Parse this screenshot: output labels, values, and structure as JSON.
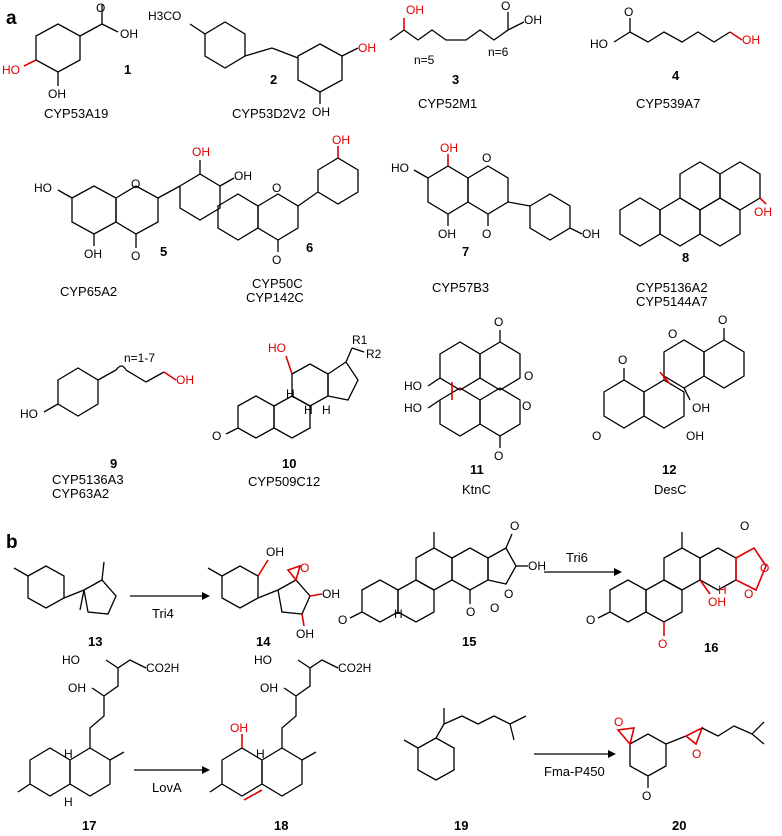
{
  "panels": {
    "a": "a",
    "b": "b"
  },
  "highlight_color": "#e00000",
  "compounds_a": [
    {
      "num": "1",
      "enzyme": [
        "CYP53A19"
      ]
    },
    {
      "num": "2",
      "enzyme": [
        "CYP53D2V2"
      ]
    },
    {
      "num": "3",
      "enzyme": [
        "CYP52M1"
      ]
    },
    {
      "num": "4",
      "enzyme": [
        "CYP539A7"
      ]
    },
    {
      "num": "5",
      "enzyme": [
        "CYP65A2"
      ]
    },
    {
      "num": "6",
      "enzyme": [
        "CYP50C",
        "CYP142C"
      ]
    },
    {
      "num": "7",
      "enzyme": [
        "CYP57B3"
      ]
    },
    {
      "num": "8",
      "enzyme": [
        "CYP5136A2",
        "CYP5144A7"
      ]
    },
    {
      "num": "9",
      "enzyme": [
        "CYP5136A3",
        "CYP63A2"
      ]
    },
    {
      "num": "10",
      "enzyme": [
        "CYP509C12"
      ]
    },
    {
      "num": "11",
      "enzyme": [
        "KtnC"
      ]
    },
    {
      "num": "12",
      "enzyme": [
        "DesC"
      ]
    }
  ],
  "reactions_b": [
    {
      "substrate": "13",
      "enzyme": "Tri4",
      "product": "14"
    },
    {
      "substrate": "15",
      "enzyme": "Tri6",
      "product": "16"
    },
    {
      "substrate": "17",
      "enzyme": "LovA",
      "product": "18"
    },
    {
      "substrate": "19",
      "enzyme": "Fma-P450",
      "product": "20"
    }
  ],
  "atoms": {
    "OH": "OH",
    "HO": "HO",
    "O": "O",
    "H": "H",
    "H3CO": "H3CO",
    "CO2H": "CO2H",
    "n5": "n=5",
    "n6": "n=6",
    "n17": "n=1-7",
    "R1": "R1",
    "R2": "R2"
  }
}
